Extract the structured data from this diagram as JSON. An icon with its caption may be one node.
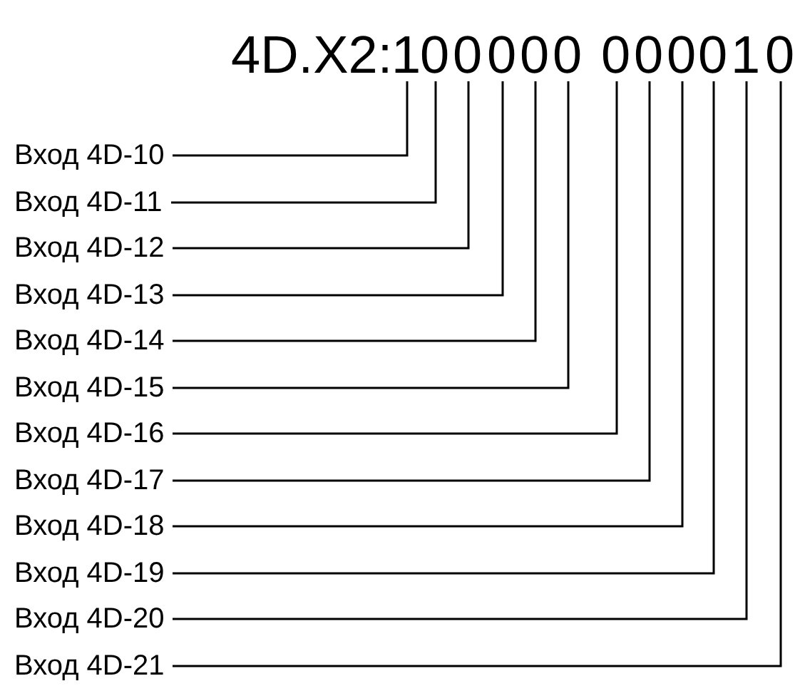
{
  "diagram": {
    "nodes": [
      {
        "text": [
          "1"
        ]
      },
      {
        "text": [
          "0"
        ]
      },
      {
        "text": [
          "0"
        ]
      },
      {
        "text": [
          "0"
        ]
      },
      {
        "text": [
          "0"
        ]
      },
      {
        "text": [
          "0"
        ]
      },
      {
        "text": [
          "0"
        ]
      },
      {
        "text": [
          "0"
        ]
      },
      {
        "text": [
          "0"
        ]
      },
      {
        "text": [
          "0"
        ]
      },
      {
        "text": [
          "1"
        ]
      },
      {
        "text": [
          "0"
        ]
      },
      {
        "text": [
          "Вход 4D-10"
        ]
      },
      {
        "text": [
          "Вход 4D-11"
        ]
      },
      {
        "text": [
          "Вход 4D-12"
        ]
      },
      {
        "text": [
          "Вход 4D-13"
        ]
      },
      {
        "text": [
          "Вход 4D-14"
        ]
      },
      {
        "text": [
          "Вход 4D-15"
        ]
      },
      {
        "text": [
          "Вход 4D-16"
        ]
      },
      {
        "text": [
          "Вход 4D-17"
        ]
      },
      {
        "text": [
          "Вход 4D-18"
        ]
      },
      {
        "text": [
          "Вход 4D-19"
        ]
      },
      {
        "text": [
          "Вход 4D-20"
        ]
      },
      {
        "text": [
          "Вход 4D-21"
        ]
      }
    ],
    "edges": [
      {
        "from": 12,
        "to": 0,
        "arrow": "none"
      },
      {
        "from": 13,
        "to": 1,
        "arrow": "none"
      },
      {
        "from": 14,
        "to": 2,
        "arrow": "none"
      },
      {
        "from": 15,
        "to": 3,
        "arrow": "none"
      },
      {
        "from": 16,
        "to": 4,
        "arrow": "none"
      },
      {
        "from": 17,
        "to": 5,
        "arrow": "none"
      },
      {
        "from": 18,
        "to": 6,
        "arrow": "none"
      },
      {
        "from": 19,
        "to": 7,
        "arrow": "none"
      },
      {
        "from": 20,
        "to": 8,
        "arrow": "none"
      },
      {
        "from": 21,
        "to": 9,
        "arrow": "none"
      },
      {
        "from": 22,
        "to": 10,
        "arrow": "none"
      },
      {
        "from": 23,
        "to": 11,
        "arrow": "none"
      }
    ],
    "labels": [
      "4D.X2:"
    ]
  }
}
